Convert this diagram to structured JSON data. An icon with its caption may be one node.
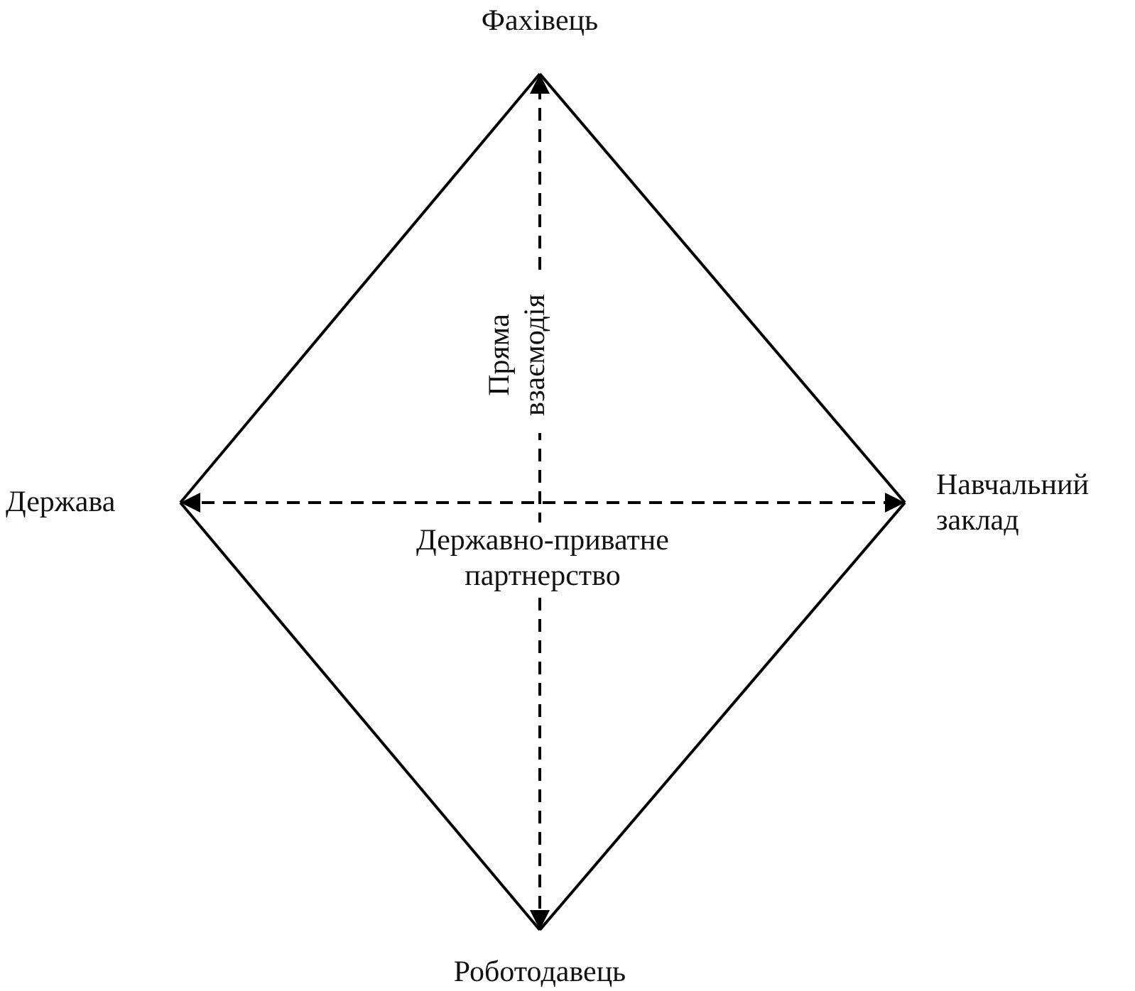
{
  "diagram": {
    "nodes": [
      {
        "text": [
          "Фахівець"
        ]
      },
      {
        "text": [
          "Держава"
        ]
      },
      {
        "text": [
          "Навчальний заклад"
        ]
      },
      {
        "text": [
          "Роботодавець"
        ]
      }
    ],
    "edges": [
      {
        "from": 0,
        "to": 2,
        "arrow": "none"
      },
      {
        "from": 2,
        "to": 3,
        "arrow": "none"
      },
      {
        "from": 3,
        "to": 1,
        "arrow": "none"
      },
      {
        "from": 1,
        "to": 0,
        "arrow": "none"
      },
      {
        "from": 3,
        "to": 0,
        "arrow": "both",
        "style": "dashed",
        "label": "Пряма взаємодія"
      },
      {
        "from": 1,
        "to": 2,
        "arrow": "both",
        "style": "dashed",
        "label": "Державно-приватне партнерство"
      }
    ]
  }
}
